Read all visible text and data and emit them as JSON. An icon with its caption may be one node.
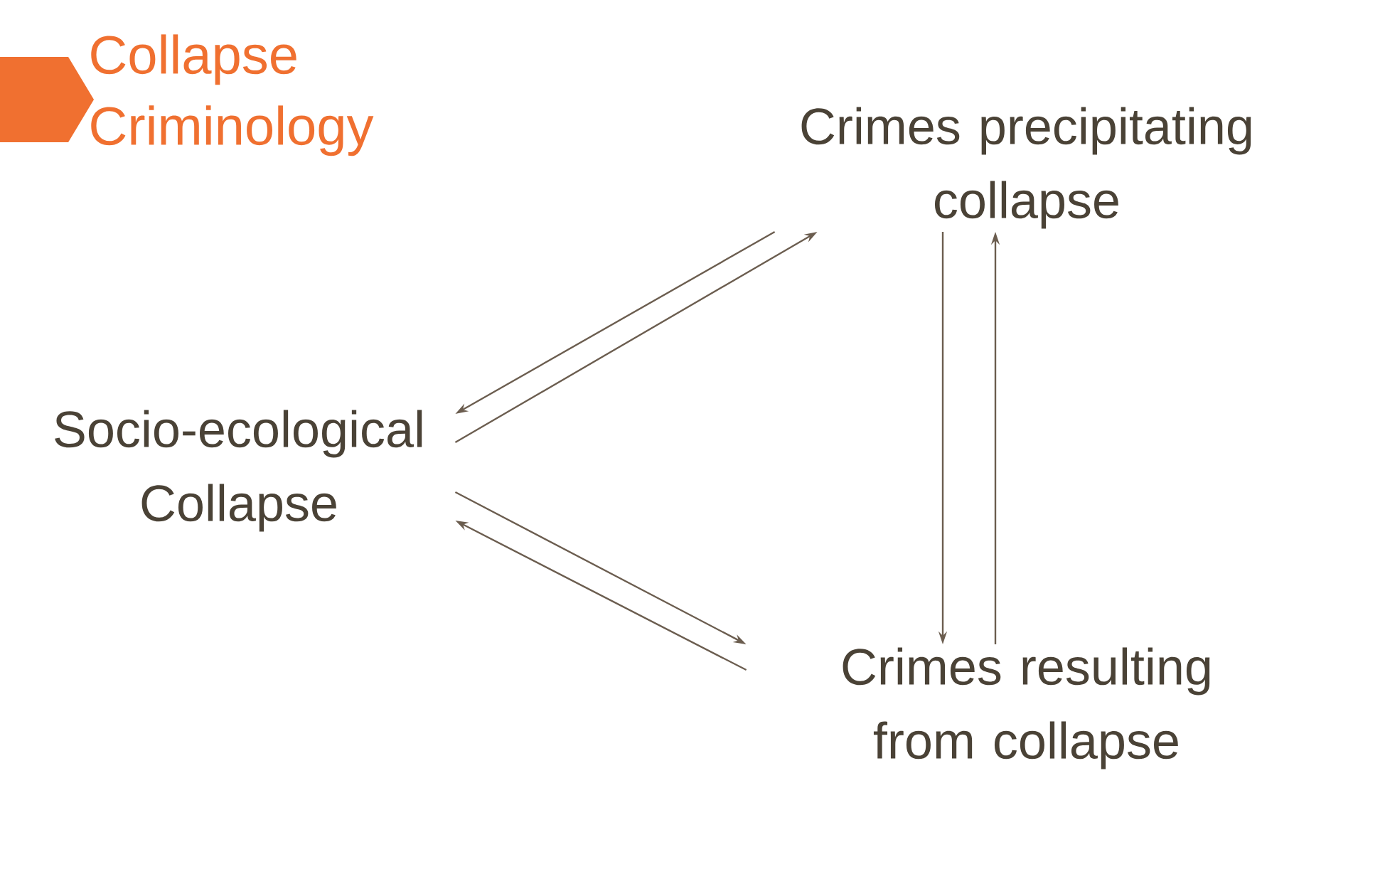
{
  "diagram": {
    "title": "Collapse Criminology",
    "nodes": [
      {
        "text": [
          "Crimes precipitating collapse"
        ]
      },
      {
        "text": [
          "Socio-ecological Collapse"
        ]
      },
      {
        "text": [
          "Crimes resulting from collapse"
        ]
      }
    ],
    "edges": [
      {
        "from": 0,
        "to": 1,
        "arrow": "to"
      },
      {
        "from": 1,
        "to": 0,
        "arrow": "to"
      },
      {
        "from": 1,
        "to": 2,
        "arrow": "to"
      },
      {
        "from": 2,
        "to": 1,
        "arrow": "to"
      },
      {
        "from": 0,
        "to": 2,
        "arrow": "to"
      },
      {
        "from": 2,
        "to": 0,
        "arrow": "to"
      }
    ]
  }
}
